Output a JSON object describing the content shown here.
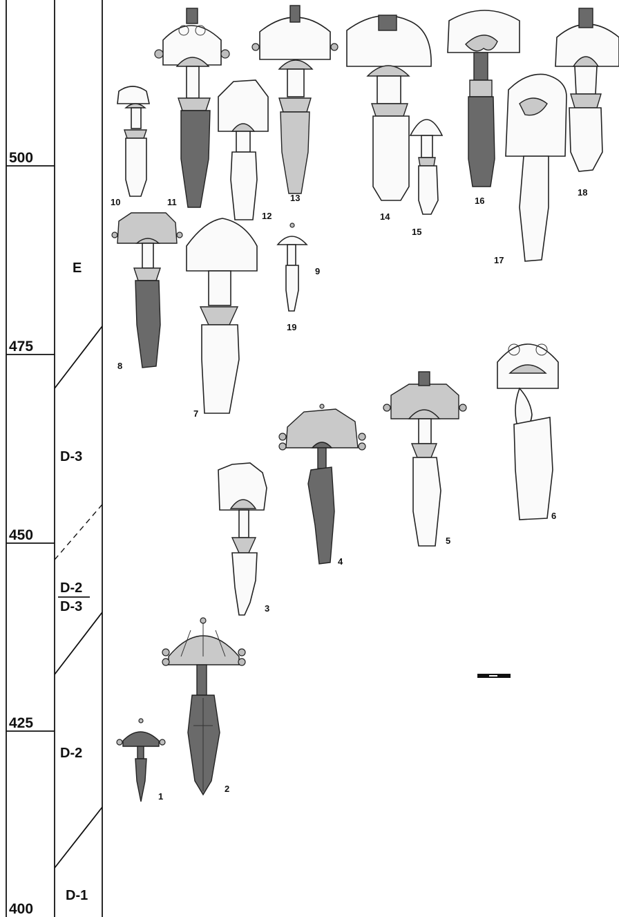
{
  "years": [
    "500",
    "475",
    "450",
    "425",
    "400"
  ],
  "phases": {
    "e": "E",
    "d3": "D-3",
    "d2_over_d3_top": "D-2",
    "d2_over_d3_bottom": "D-3",
    "d2": "D-2",
    "d1": "D-1"
  },
  "fibula_numbers": [
    "1",
    "2",
    "3",
    "4",
    "5",
    "6",
    "7",
    "8",
    "9",
    "10",
    "11",
    "12",
    "13",
    "14",
    "15",
    "16",
    "17",
    "18",
    "19"
  ]
}
